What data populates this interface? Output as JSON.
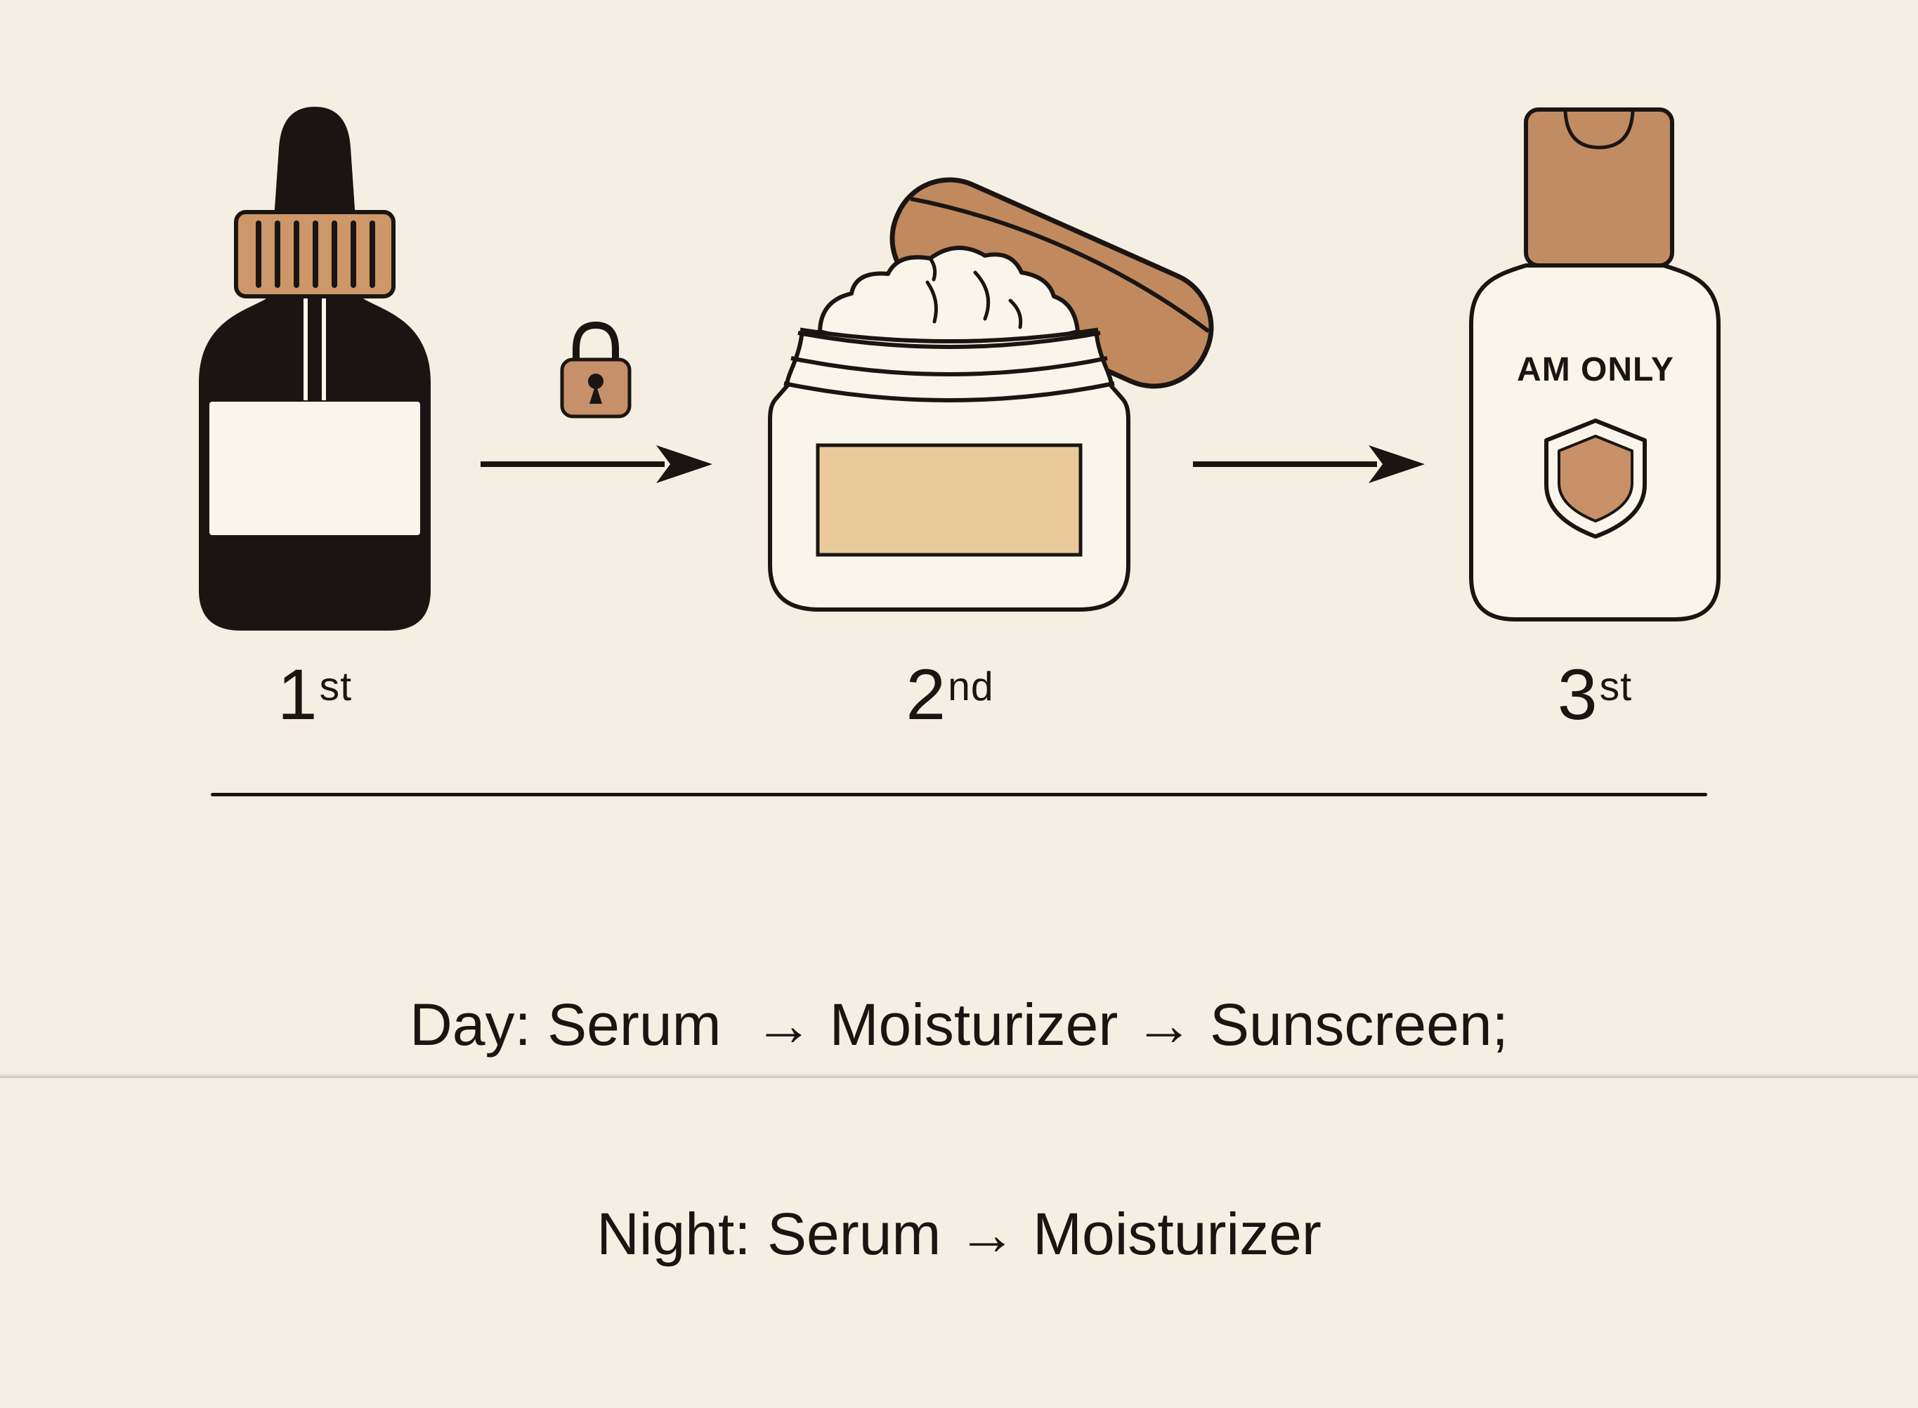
{
  "illustration": {
    "title_semantic": "skincare routine order diagram",
    "steps": [
      {
        "order_number": "1",
        "order_suffix": "st",
        "product": "serum dropper bottle"
      },
      {
        "order_number": "2",
        "order_suffix": "nd",
        "product": "moisturizer jar"
      },
      {
        "order_number": "3",
        "order_suffix": "st",
        "product": "sunscreen bottle",
        "bottle_label": "AM ONLY"
      }
    ],
    "connector_icons": [
      "lock-icon",
      "arrow-right-icon",
      "arrow-right-icon"
    ],
    "caption_line1": "Day: Serum  → Moisturizer → Sunscreen;",
    "caption_line2": "Night: Serum → Moisturizer",
    "colors": {
      "background_color": "#f5eee2",
      "ink_color": "#1a1512",
      "tan_cap": "#cd9769",
      "tan_lid": "#c08a5e",
      "tan_lock": "#c6906b",
      "tan_sunscreen_cap": "#c28c63",
      "tan_shield": "#c79067",
      "jar_label": "#e9cb9b",
      "paper_white": "#faf5ea"
    }
  }
}
